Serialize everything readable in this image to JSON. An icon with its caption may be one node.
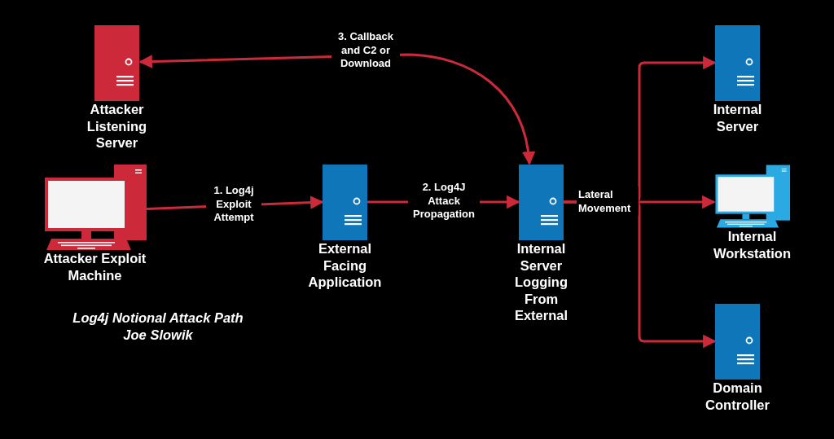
{
  "diagram": {
    "nodes": [
      {
        "text": [
          "Attacker Listening Server"
        ]
      },
      {
        "text": [
          "Attacker Exploit Machine"
        ]
      },
      {
        "text": [
          "External Facing Application"
        ]
      },
      {
        "text": [
          "Internal Server Logging From External"
        ]
      },
      {
        "text": [
          "Internal Server"
        ]
      },
      {
        "text": [
          "Internal Workstation"
        ]
      },
      {
        "text": [
          "Domain Controller"
        ]
      }
    ],
    "edges": [
      {
        "from": 1,
        "to": 2,
        "arrow": "to",
        "label": "1. Log4j Exploit Attempt"
      },
      {
        "from": 2,
        "to": 3,
        "arrow": "to",
        "label": "2. Log4J Attack Propagation"
      },
      {
        "from": 3,
        "to": 0,
        "arrow": "both",
        "label": "3. Callback and C2 or Download"
      },
      {
        "from": 3,
        "to": 4,
        "arrow": "to"
      },
      {
        "from": 3,
        "to": 5,
        "arrow": "to",
        "label": "Lateral Movement"
      },
      {
        "from": 3,
        "to": 6,
        "arrow": "to"
      }
    ],
    "labels": [
      "Log4j Notional Attack Path",
      "Joe Slowik"
    ]
  }
}
